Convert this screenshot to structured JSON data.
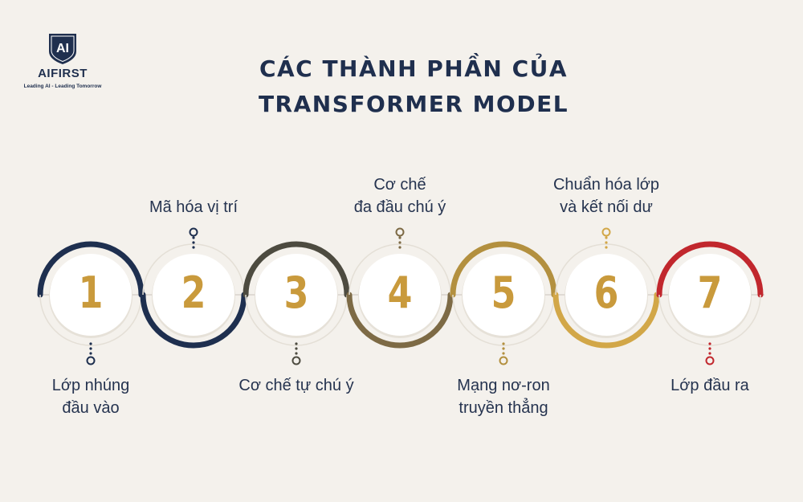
{
  "brand": {
    "mark": "AI",
    "name": "AIFIRST",
    "tagline": "Leading AI - Leading Tomorrow"
  },
  "title": {
    "line1": "CÁC THÀNH PHẦN CỦA",
    "line2": "TRANSFORMER MODEL"
  },
  "colors": {
    "background": "#f4f1ec",
    "navy": "#1f2f4e",
    "number": "#c99a3c"
  },
  "steps": [
    {
      "number": "1",
      "ring_color": "#1e2f4f",
      "lines": [
        "Lớp nhúng",
        "đầu vào"
      ]
    },
    {
      "number": "2",
      "ring_color": "#1e2f4f",
      "lines": [
        "Mã hóa vị trí"
      ]
    },
    {
      "number": "3",
      "ring_color": "#4d4b40",
      "lines": [
        "Cơ chế tự chú ý"
      ]
    },
    {
      "number": "4",
      "ring_color": "#7d6a45",
      "lines": [
        "Cơ chế",
        "đa đầu chú ý"
      ]
    },
    {
      "number": "5",
      "ring_color": "#b3903f",
      "lines": [
        "Mạng nơ-ron",
        "truyền thẳng"
      ]
    },
    {
      "number": "6",
      "ring_color": "#d2a748",
      "lines": [
        "Chuẩn hóa lớp",
        "và kết nối dư"
      ]
    },
    {
      "number": "7",
      "ring_color": "#c1272d",
      "lines": [
        "Lớp đầu ra"
      ]
    }
  ]
}
